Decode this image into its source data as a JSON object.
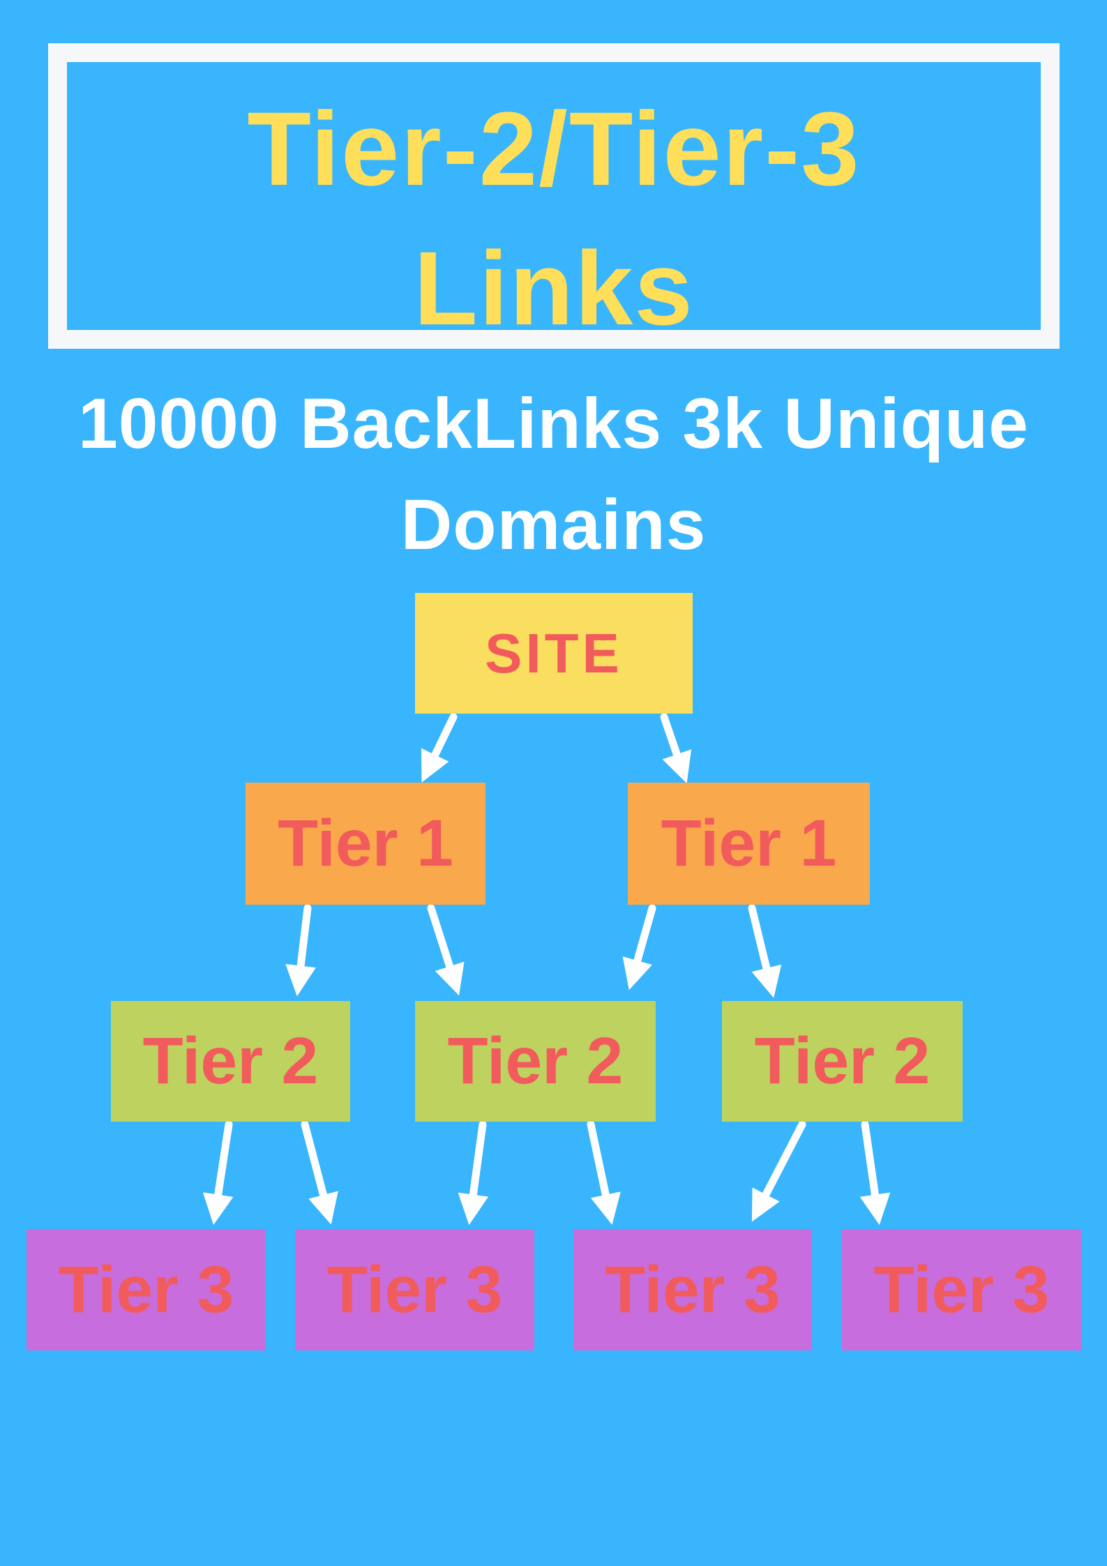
{
  "title": {
    "line1": "Tier-2/Tier-3",
    "line2": "Links"
  },
  "subtitle": {
    "text": "10000 BackLinks 3k Unique Domains"
  },
  "colors": {
    "background": "#38B5FC",
    "frame_border": "#F6F7F9",
    "title_text": "#FFDE59",
    "subtitle_text": "#FFFFFF",
    "site_box": "#FADE60",
    "tier1_box": "#F9A94C",
    "tier2_box": "#BDD25F",
    "tier3_box": "#C76DDD",
    "node_label_text": "#F25B5C",
    "arrow": "#FFFFFF"
  },
  "diagram": {
    "type": "tree",
    "root": {
      "id": "site",
      "label": "SITE"
    },
    "tier1": [
      {
        "id": "tier1-0",
        "label": "Tier 1"
      },
      {
        "id": "tier1-1",
        "label": "Tier 1"
      }
    ],
    "tier2": [
      {
        "id": "tier2-0",
        "label": "Tier 2"
      },
      {
        "id": "tier2-1",
        "label": "Tier 2"
      },
      {
        "id": "tier2-2",
        "label": "Tier 2"
      }
    ],
    "tier3": [
      {
        "id": "tier3-0",
        "label": "Tier 3"
      },
      {
        "id": "tier3-1",
        "label": "Tier 3"
      },
      {
        "id": "tier3-2",
        "label": "Tier 3"
      },
      {
        "id": "tier3-3",
        "label": "Tier 3"
      }
    ],
    "edges": [
      {
        "from": "site",
        "to": "tier1-0"
      },
      {
        "from": "site",
        "to": "tier1-1"
      },
      {
        "from": "tier1-0",
        "to": "tier2-0"
      },
      {
        "from": "tier1-0",
        "to": "tier2-1"
      },
      {
        "from": "tier1-1",
        "to": "tier2-1"
      },
      {
        "from": "tier1-1",
        "to": "tier2-2"
      },
      {
        "from": "tier2-0",
        "to": "tier3-0"
      },
      {
        "from": "tier2-0",
        "to": "tier3-1"
      },
      {
        "from": "tier2-1",
        "to": "tier3-1"
      },
      {
        "from": "tier2-1",
        "to": "tier3-2"
      },
      {
        "from": "tier2-2",
        "to": "tier3-2"
      },
      {
        "from": "tier2-2",
        "to": "tier3-3"
      }
    ]
  }
}
